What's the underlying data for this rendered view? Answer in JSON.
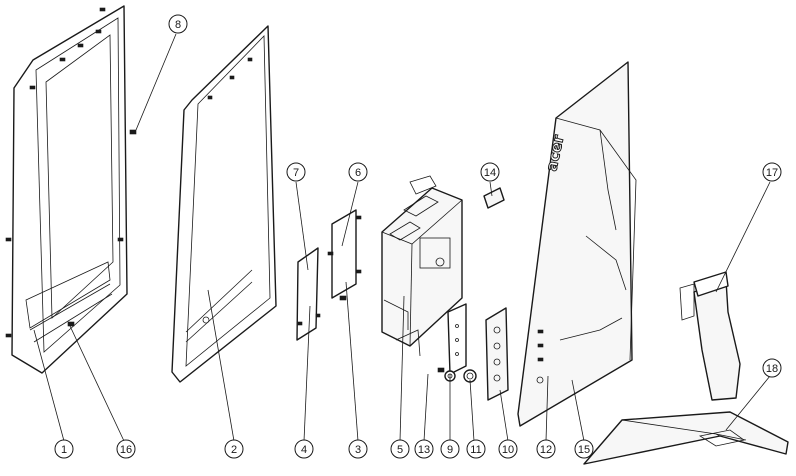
{
  "diagram": {
    "callouts": [
      "1",
      "2",
      "3",
      "4",
      "5",
      "6",
      "7",
      "8",
      "9",
      "10",
      "11",
      "12",
      "13",
      "14",
      "15",
      "16",
      "17",
      "18"
    ],
    "logo": "acer"
  }
}
